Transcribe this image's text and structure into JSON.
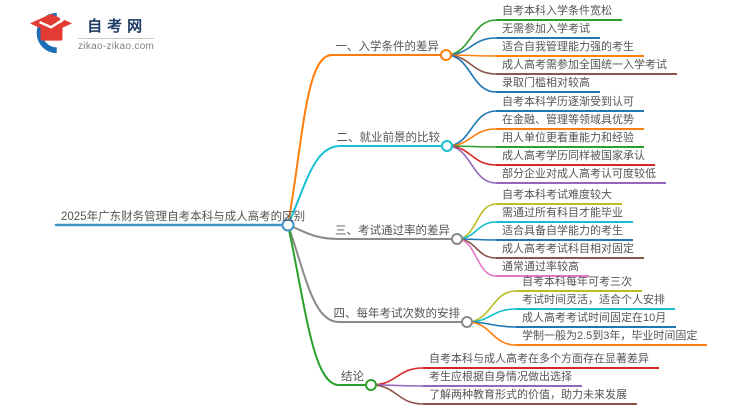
{
  "logo": {
    "title": "自考网",
    "domain": "zikao-zikao.com",
    "icon_colors": {
      "crescent": "#1e6eb5",
      "cap": "#e23b33",
      "check": "#ffffff"
    }
  },
  "root": {
    "text": "2025年广东财务管理自考本科与成人高考的区别",
    "color": "#4292c6"
  },
  "branches": [
    {
      "label": "一、入学条件的差异",
      "color": "#ff7f0e",
      "leaves": [
        {
          "text": "自考本科入学条件宽松",
          "color": "#2ca02c"
        },
        {
          "text": "无需参加入学考试",
          "color": "#1f77b4"
        },
        {
          "text": "适合自我管理能力强的考生",
          "color": "#ff7f0e"
        },
        {
          "text": "成人高考需参加全国统一入学考试",
          "color": "#8c564b"
        },
        {
          "text": "录取门槛相对较高",
          "color": "#1f77b4"
        }
      ]
    },
    {
      "label": "二、就业前景的比较",
      "color": "#17becf",
      "leaves": [
        {
          "text": "自考本科学历逐渐受到认可",
          "color": "#1f77b4"
        },
        {
          "text": "在金融、管理等领域具优势",
          "color": "#ff7f0e"
        },
        {
          "text": "用人单位更看重能力和经验",
          "color": "#2ca02c"
        },
        {
          "text": "成人高考学历同样被国家承认",
          "color": "#d62728"
        },
        {
          "text": "部分企业对成人高考认可度较低",
          "color": "#9467bd"
        }
      ]
    },
    {
      "label": "三、考试通过率的差异",
      "color": "#8a8a8a",
      "leaves": [
        {
          "text": "自考本科考试难度较大",
          "color": "#bcbd22"
        },
        {
          "text": "需通过所有科目才能毕业",
          "color": "#17becf"
        },
        {
          "text": "适合具备自学能力的考生",
          "color": "#1f77b4"
        },
        {
          "text": "成人高考考试科目相对固定",
          "color": "#8c564b"
        },
        {
          "text": "通常通过率较高",
          "color": "#e377c2"
        }
      ]
    },
    {
      "label": "四、每年考试次数的安排",
      "color": "#8a8a8a",
      "leaves": [
        {
          "text": "自考本科每年可考三次",
          "color": "#bcbd22"
        },
        {
          "text": "考试时间灵活，适合个人安排",
          "color": "#17becf"
        },
        {
          "text": "成人高考考试时间固定在10月",
          "color": "#1f77b4"
        },
        {
          "text": "学制一般为2.5到3年，毕业时间固定",
          "color": "#ff7f0e"
        }
      ]
    },
    {
      "label": "结论",
      "color": "#2ca02c",
      "leaves": [
        {
          "text": "自考本科与成人高考在多个方面存在显著差异",
          "color": "#d62728"
        },
        {
          "text": "考生应根据自身情况做出选择",
          "color": "#9467bd"
        },
        {
          "text": "了解两种教育形式的价值，助力未来发展",
          "color": "#8c564b"
        }
      ]
    }
  ]
}
